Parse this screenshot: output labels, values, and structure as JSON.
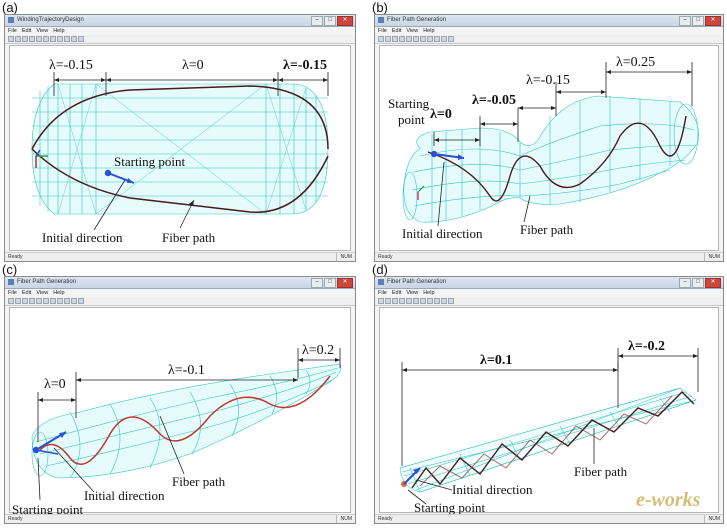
{
  "panels": {
    "a": {
      "letter": "(a)",
      "title": "WindingTrajectoryDesign",
      "menu": [
        "File",
        "Edit",
        "View",
        "Help"
      ],
      "status_left": "Ready",
      "status_right": "NUM",
      "labels": {
        "lambda_left": "λ=-0.15",
        "lambda_mid": "λ=0",
        "lambda_right": "λ=-0.15",
        "start": "Starting point",
        "init": "Initial direction",
        "fiber": "Fiber path"
      }
    },
    "b": {
      "letter": "(b)",
      "title": "Fiber Path Generation",
      "menu": [
        "File",
        "Edit",
        "View",
        "Help"
      ],
      "status_left": "Ready",
      "status_right": "NUM",
      "labels": {
        "lambda_1": "λ=0",
        "lambda_2": "λ=-0.05",
        "lambda_3": "λ=-0.15",
        "lambda_4": "λ=0.25",
        "start_1": "Starting",
        "start_2": "point",
        "init": "Initial direction",
        "fiber": "Fiber path"
      }
    },
    "c": {
      "letter": "(c)",
      "title": "Fiber Path Generation",
      "menu": [
        "File",
        "Edit",
        "View",
        "Help"
      ],
      "status_left": "Ready",
      "status_right": "NUM",
      "labels": {
        "lambda_1": "λ=0",
        "lambda_2": "λ=-0.1",
        "lambda_3": "λ=0.2",
        "start": "Starting point",
        "init": "Initial direction",
        "fiber": "Fiber path"
      }
    },
    "d": {
      "letter": "(d)",
      "title": "Fiber Path Generation",
      "menu": [
        "File",
        "Edit",
        "View",
        "Help"
      ],
      "status_left": "Ready",
      "status_right": "NUM",
      "labels": {
        "lambda_1": "λ=0.1",
        "lambda_2": "λ=-0.2",
        "start": "Starting point",
        "init": "Initial direction",
        "fiber": "Fiber path"
      }
    }
  },
  "watermark": "e-works",
  "colors": {
    "mesh": "#35c4c8",
    "fiber_dark": "#5a1e1e",
    "fiber_red": "#c0392b",
    "arrow": "#2c4fd6",
    "dimension": "#222222"
  }
}
